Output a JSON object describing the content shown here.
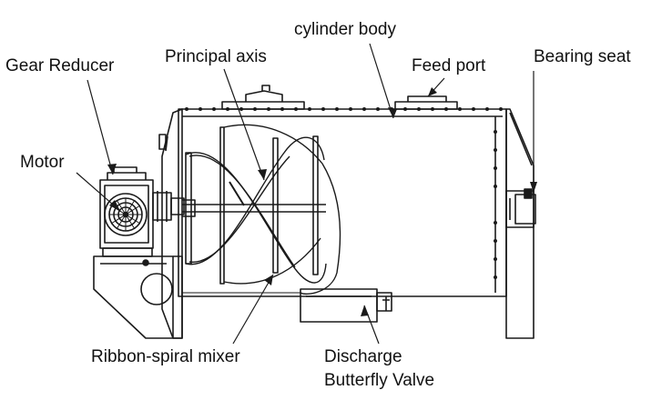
{
  "labels": {
    "cylinder_body": "cylinder body",
    "gear_reducer": "Gear Reducer",
    "principal_axis": "Principal axis",
    "feed_port": "Feed port",
    "bearing_seat": "Bearing seat",
    "motor": "Motor",
    "ribbon_spiral_mixer": "Ribbon-spiral mixer",
    "discharge_line1": "Discharge",
    "discharge_line2": "Butterfly Valve"
  },
  "colors": {
    "line": "#1a1a1a",
    "background": "#ffffff"
  }
}
